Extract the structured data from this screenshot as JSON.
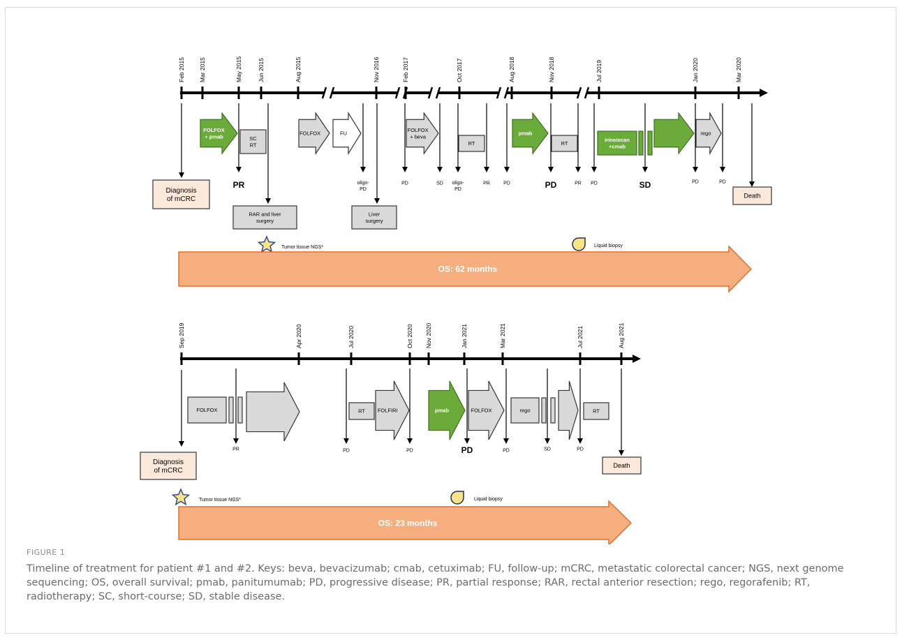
{
  "colors": {
    "green": "#6aab3a",
    "gray": "#d9d9d9",
    "orange": "#f6ae7e",
    "orange_border": "#e0702c",
    "pink": "#fde9dc",
    "star_fill": "#f8e38a",
    "star_stroke": "#2e4a8f"
  },
  "icons": {
    "star": "star-icon",
    "drop": "drop-icon"
  },
  "patient1": {
    "dates": [
      "Feb 2015",
      "Mar 2015",
      "May 2015",
      "Jun 2015",
      "Aug 2015",
      "Nov 2016",
      "Feb 2017",
      "Oct 2017",
      "Aug 2018",
      "Nov 2018",
      "Jul 2019",
      "Jan 2020",
      "Mar 2020"
    ],
    "treatments": [
      {
        "label_lines": [
          "FOLFOX",
          "+ pmab"
        ]
      },
      {
        "label_lines": [
          "SC",
          "RT"
        ]
      },
      {
        "label_lines": [
          "FOLFOX"
        ]
      },
      {
        "label_lines": [
          "FU"
        ]
      },
      {
        "label_lines": [
          "FOLFOX",
          "+ beva"
        ]
      },
      {
        "label_lines": [
          "RT"
        ]
      },
      {
        "label_lines": [
          "pmab"
        ]
      },
      {
        "label_lines": [
          "RT"
        ]
      },
      {
        "label_lines": [
          "irinotecan",
          "+cmab"
        ]
      },
      {
        "label_lines": [
          "rego"
        ]
      }
    ],
    "responses": [
      {
        "lines": [
          "PR"
        ]
      },
      {
        "lines": [
          "oligo-",
          "PD"
        ]
      },
      {
        "lines": [
          "PD"
        ]
      },
      {
        "lines": [
          "SD"
        ]
      },
      {
        "lines": [
          "oligo-",
          "PD"
        ]
      },
      {
        "lines": [
          "PR"
        ]
      },
      {
        "lines": [
          "PD"
        ]
      },
      {
        "lines": [
          "PD"
        ]
      },
      {
        "lines": [
          "PR"
        ]
      },
      {
        "lines": [
          "PD"
        ]
      },
      {
        "lines": [
          "SD"
        ]
      },
      {
        "lines": [
          "PD"
        ]
      },
      {
        "lines": [
          "PD"
        ]
      }
    ],
    "diagnosis_lines": [
      "Diagnosis",
      "of mCRC"
    ],
    "surgery_boxes": [
      {
        "lines": [
          "RAR and liver",
          "surgery"
        ]
      },
      {
        "lines": [
          "Liver",
          "surgery"
        ]
      }
    ],
    "death": "Death",
    "ngs": "Tumor tissue NGS*",
    "biopsy": "Liquid biopsy",
    "os": "OS: 62 months"
  },
  "patient2": {
    "dates": [
      "Sep 2019",
      "Apr 2020",
      "Jul 2020",
      "Oct 2020",
      "Nov 2020",
      "Jan 2021",
      "Mar 2021",
      "Jul 2021",
      "Aug 2021"
    ],
    "treatments": [
      {
        "label_lines": [
          "FOLFOX"
        ]
      },
      {
        "label_lines": [
          "RT"
        ]
      },
      {
        "label_lines": [
          "FOLFIRI"
        ]
      },
      {
        "label_lines": [
          "pmab"
        ]
      },
      {
        "label_lines": [
          "FOLFOX"
        ]
      },
      {
        "label_lines": [
          "rego"
        ]
      },
      {
        "label_lines": [
          "RT"
        ]
      }
    ],
    "responses": [
      {
        "lines": [
          "PR"
        ]
      },
      {
        "lines": [
          "PD"
        ]
      },
      {
        "lines": [
          "PD"
        ]
      },
      {
        "lines": [
          "PD"
        ]
      },
      {
        "lines": [
          "PD"
        ]
      },
      {
        "lines": [
          "SD"
        ]
      },
      {
        "lines": [
          "PD"
        ]
      }
    ],
    "diagnosis_lines": [
      "Diagnosis",
      "of mCRC"
    ],
    "death": "Death",
    "ngs": "Tumor tissue NGS*",
    "biopsy": "Liquid biopsy",
    "os": "OS: 23 months"
  },
  "caption": {
    "label": "FIGURE 1",
    "text": "Timeline of treatment for patient #1 and #2. Keys: beva, bevacizumab; cmab, cetuximab; FU, follow-up; mCRC, metastatic colorectal cancer; NGS, next genome sequencing; OS, overall survival; pmab, panitumumab; PD, progressive disease; PR, partial response; RAR, rectal anterior resection; rego, regorafenib; RT, radiotherapy; SC, short-course; SD, stable disease."
  }
}
